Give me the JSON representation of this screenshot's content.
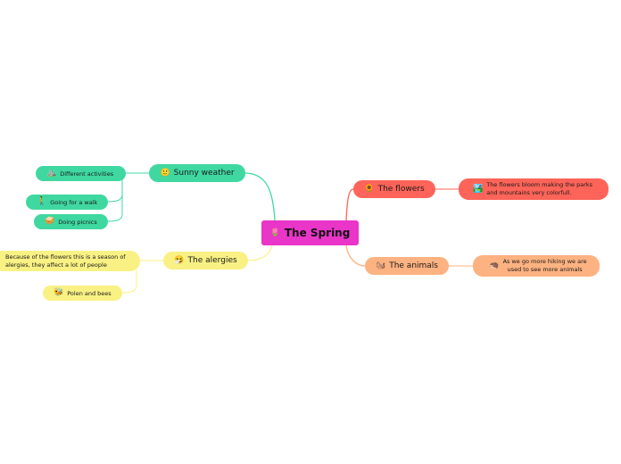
{
  "center": {
    "icon": "🌷",
    "label": "The Spring"
  },
  "branches": {
    "sunny_weather": {
      "icon": "🙂",
      "label": "Sunny weather",
      "color": "#3fd8a0",
      "children": [
        {
          "icon": "⛰️",
          "label": "Different  activities"
        },
        {
          "icon": "🚶",
          "label": "Going for a walk"
        },
        {
          "icon": "🥪",
          "label": "Doing picnics"
        }
      ]
    },
    "alergies": {
      "icon": "🤧",
      "label": "The alergies",
      "color": "#f9f184",
      "children": [
        {
          "icon": "🌼",
          "label": "Because of the flowers this is a season of alergies, they affect a lot of people"
        },
        {
          "icon": "🐝",
          "label": "Polen and bees"
        }
      ]
    },
    "flowers": {
      "icon": "🌻",
      "label": "The flowers",
      "color": "#fe6459",
      "children": [
        {
          "icon": "🏞️",
          "label": "The flowers bloom making the parks and mountains very colorfull."
        }
      ]
    },
    "animals": {
      "icon": "🐿️",
      "label": "The animals",
      "color": "#fdb281",
      "children": [
        {
          "icon": "🦔",
          "label": "As we go more hiking we are used to see more animals"
        }
      ]
    }
  }
}
